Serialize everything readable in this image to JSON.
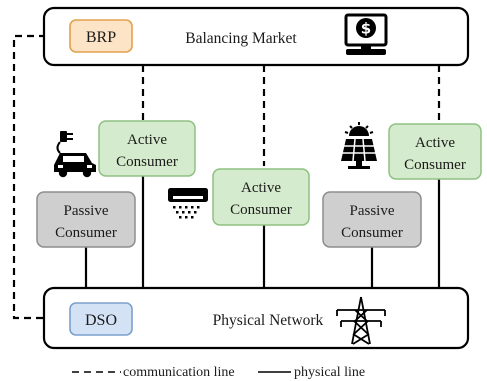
{
  "market": {
    "label": "Balancing Market",
    "icon": "dollar-monitor-icon"
  },
  "brp": {
    "label": "BRP"
  },
  "network": {
    "label": "Physical Network",
    "icon": "transmission-tower-icon"
  },
  "dso": {
    "label": "DSO"
  },
  "consumers": [
    {
      "type": "active",
      "line1": "Active",
      "line2": "Consumer",
      "icon": "ev-charging-car-icon"
    },
    {
      "type": "active",
      "line1": "Active",
      "line2": "Consumer",
      "icon": "air-conditioner-icon"
    },
    {
      "type": "active",
      "line1": "Active",
      "line2": "Consumer",
      "icon": "solar-panel-icon"
    },
    {
      "type": "passive",
      "line1": "Passive",
      "line2": "Consumer"
    },
    {
      "type": "passive",
      "line1": "Passive",
      "line2": "Consumer"
    }
  ],
  "legend": {
    "communication": "communication line",
    "physical": "physical line"
  },
  "colors": {
    "brp_fill": "#fde4c6",
    "brp_stroke": "#e0a24d",
    "active_fill": "#d5ebcd",
    "active_stroke": "#8fc084",
    "passive_fill": "#cfcfcf",
    "passive_stroke": "#8d8d8d",
    "dso_fill": "#d3e3f5",
    "dso_stroke": "#7ca0cc"
  }
}
